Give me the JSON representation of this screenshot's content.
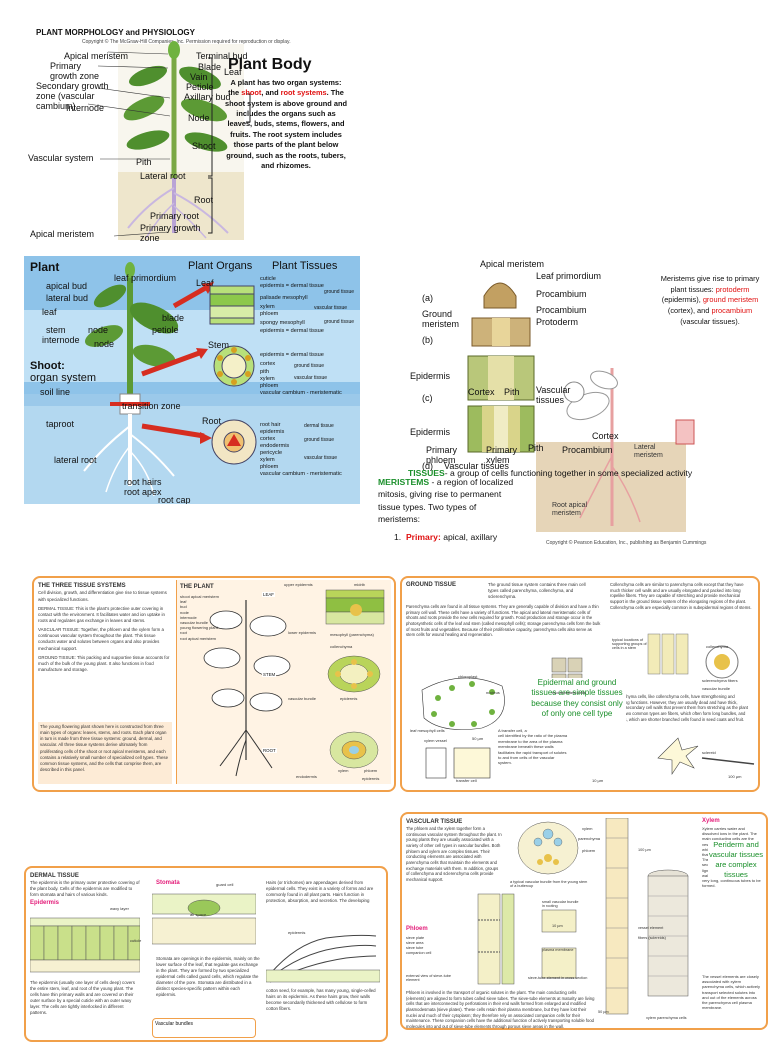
{
  "slide1": {
    "heading": "PLANT MORPHOLOGY and PHYSIOLOGY",
    "copyright": "Copyright © The McGraw-Hill Companies, Inc. Permission required for reproduction or display.",
    "title": "Plant Body",
    "text_parts": [
      "A plant has two organ systems: the ",
      "shoot",
      ", and ",
      "root systems",
      ". The shoot system is above ground and includes the organs such as leaves, buds, stems, flowers, and fruits. The root system includes those parts of the plant below ground, such as the roots, tubers, and rhizomes."
    ],
    "labels": {
      "apical_meristem": "Apical meristem",
      "primary_growth_zone": "Primary growth zone",
      "secondary_growth_zone": "Secondary growth zone (vascular cambium)",
      "internode": "Internode",
      "terminal_bud": "Terminal bud",
      "blade": "Blade",
      "vain": "Vain",
      "petiole": "Petiole",
      "axillary_bud": "Axillary bud",
      "leaf": "Leaf",
      "node": "Node",
      "shoot": "Shoot",
      "vascular_system": "Vascular system",
      "pith": "Pith",
      "lateral_root": "Lateral root",
      "root": "Root",
      "primary_root": "Primary root",
      "apical_meristem_bottom": "Apical meristem",
      "primary_growth_zone_bottom": "Primary growth zone"
    }
  },
  "slide2": {
    "plant": "Plant",
    "plant_organs": "Plant Organs",
    "plant_tissues": "Plant Tissues",
    "labels_left": {
      "leaf_primordium": "leaf primordium",
      "apical_bud": "apical bud",
      "lateral_bud": "lateral bud",
      "leaf": "leaf",
      "blade": "blade",
      "stem": "stem",
      "node1": "node",
      "internode": "internode",
      "node2": "node",
      "petiole": "petiole",
      "shoot": "Shoot:",
      "organ_system": "organ system",
      "soil_line": "soil line",
      "transition_zone": "transition zone",
      "taproot": "taproot",
      "lateral_root": "lateral root",
      "root_hairs": "root hairs",
      "root_apex": "root apex",
      "root_cap": "root cap"
    },
    "organs": {
      "leaf": "Leaf",
      "stem": "Stem",
      "root": "Root"
    },
    "leaf_tissues": [
      "cuticle",
      "epidermis = dermal tissue",
      "palisade mesophyll",
      "xylem",
      "phloem",
      "spongy mesophyll",
      "epidermis = dermal tissue"
    ],
    "leaf_groups": [
      "ground tissue",
      "vascular tissue",
      "ground tissue"
    ],
    "stem_tissues": [
      "epidermis = dermal tissue",
      "cortex",
      "pith",
      "xylem",
      "phloem",
      "vascular cambium - meristematic"
    ],
    "stem_groups": [
      "ground tissue",
      "vascular tissue"
    ],
    "root_tissues": [
      "root hair",
      "epidermis",
      "cortex",
      "endodermis",
      "pericycle",
      "xylem",
      "phloem",
      "vascular cambium - meristematic"
    ],
    "root_groups": [
      "dermal tissue",
      "ground tissue",
      "vascular tissue"
    ]
  },
  "slide3": {
    "apical_meristem": "Apical meristem",
    "leaf_primordium": "Leaf primordium",
    "procambium": "Procambium",
    "ground_meristem": "Ground meristem",
    "procambium2": "Procambium",
    "protoderm": "Protoderm",
    "a": "(a)",
    "b": "(b)",
    "c": "(c)",
    "d": "(d)",
    "epidermis": "Epidermis",
    "cortex": "Cortex",
    "pith": "Pith",
    "vascular_tissues": "Vascular tissues",
    "epidermis2": "Epidermis",
    "primary_phloem": "Primary phloem",
    "primary_xylem": "Primary xylem",
    "pith2": "Pith",
    "procambium3": "Procambium",
    "cortex2": "Cortex",
    "vascular_tissues2": "Vascular tissues",
    "lateral_meristem": "Lateral meristem",
    "root_apical_meristem": "Root apical meristem",
    "copyright": "Copyright © Pearson Education, Inc., publishing as Benjamin Cummings",
    "meristems_parts": [
      "Meristems give rise to primary plant tissues: ",
      "protoderm",
      " (epidermis), ",
      "ground meristem",
      " (cortex), and ",
      "procambium",
      " (vascular tissues)."
    ],
    "tissues_word": "TISSUES",
    "tissues_def": "- a group of cells functioning together in some specialized activity",
    "meristems_word": "MERISTEMS",
    "meristems_def": " - a region of localized mitosis, giving rise to permanent tissue types. Two types of meristems:",
    "list_num": "1.",
    "primary_word": "Primary:",
    "primary_rest": " apical, axillary"
  },
  "panel1": {
    "title": "THE THREE TISSUE SYSTEMS",
    "intro": "Cell division, growth, and differentiation give rise to tissue systems with specialized functions.",
    "dermal": "DERMAL TISSUE: This is the plant's protective outer covering in contact with the environment. It facilitates water and ion uptake in roots and regulates gas exchange in leaves and stems.",
    "vascular": "VASCULAR TISSUE: Together, the phloem and the xylem form a continuous vascular system throughout the plant. This tissue conducts water and solutes between organs and also provides mechanical support.",
    "ground": "GROUND TISSUE: This packing and supportive tissue accounts for much of the bulk of the young plant. It also functions in food manufacture and storage.",
    "young": "The young flowering plant shown here is constructed from three main types of organs: leaves, stems, and roots. Each plant organ in turn is made from three tissue systems: ground, dermal, and vascular. All three tissue systems derive ultimately from proliferating cells of the shoot or root apical meristems, and each contains a relatively small number of specialized cell types. These common tissue systems, and the cells that comprise them, are described in this panel.",
    "the_plant": "THE PLANT",
    "labels": [
      "shoot apical meristem",
      "upper epidermis",
      "midrib",
      "leaf",
      "bud",
      "node",
      "internode",
      "vascular bundle",
      "stem",
      "young flowering plant",
      "root",
      "root apical meristem",
      "LEAF",
      "STEM",
      "ROOT",
      "vascular bundle",
      "epidermis",
      "lower epidermis",
      "mesophyll (parenchyma)",
      "collenchyma",
      "endodermis",
      "xylem",
      "phloem",
      "epidermis"
    ]
  },
  "panel2": {
    "title": "GROUND TISSUE",
    "intro": "The ground tissue system contains three main cell types called parenchyma, collenchyma, and sclerenchyma.",
    "parenchyma": "Parenchyma cells are found in all tissue systems. They are generally capable of division and have a thin primary cell wall. These cells have a variety of functions. The apical and lateral meristematic cells of shoots and roots provide the new cells required for growth. Food production and storage occur in the photosynthetic cells of the leaf and stem (called mesophyll cells); storage parenchyma cells form the bulk of most fruits and vegetables. Because of their proliferative capacity, parenchyma cells also serve as stem cells for wound healing and regeneration.",
    "collenchyma": "Collenchyma cells are similar to parenchyma cells except that they have much thicker cell walls and are usually elongated and packed into long ropelike fibers. They are capable of stretching and provide mechanical support in the ground tissue system of the elongating regions of the plant. Collenchyma cells are especially common in subepidermal regions of stems.",
    "sclerenchyma": "Sclerenchyma cells, like collenchyma cells, have strengthening and supporting functions. However, they are usually dead and have thick, lignified secondary cell walls that prevent them from stretching as the plant grows. Two common types are fibers, which often form long bundles, and sclereids, which are shorter branched cells found in seed coats and fruit.",
    "transfer": "A transfer cell, a type of parenchyma cell identified by the ratio of the plasma membrane to the area of the plasma membrane beneath these walls facilitates the rapid transport of solutes to and from cells of the vascular system.",
    "callout": "Epidermal and ground tissues are simple tissues because they consist only of only one cell type",
    "labels": [
      "chloroplast",
      "nucleus",
      "leaf mesophyll cells",
      "root meristem cells",
      "xylem vessel",
      "transfer cell",
      "typical locations of supporting groups of cells in a stem",
      "sclerenchyma fibers",
      "vascular bundle",
      "collenchyma",
      "sclereid",
      "100 µm",
      "50 µm",
      "10 µm"
    ]
  },
  "panel3": {
    "title": "DERMAL TISSUE",
    "intro": "The epidermis is the primary outer protective covering of the plant body. Cells of the epidermis are modified to form stomata and hairs of various kinds.",
    "epidermis": "Epidermis",
    "epidermis_text": "The epidermis (usually one layer of cells deep) covers the entire stem, leaf, and root of the young plant. The cells have thin primary walls and are covered on their outer surface by a special cuticle with an outer waxy layer. The cells are tightly interlocked in different patterns.",
    "stomata": "Stomata",
    "stomata_text": "Stomata are openings in the epidermis, mainly on the lower surface of the leaf, that regulate gas exchange in the plant. They are formed by two specialized epidermal cells called guard cells, which regulate the diameter of the pore. Stomata are distributed in a distinct species-specific pattern within each epidermis.",
    "hairs_text": "Hairs (or trichomes) are appendages derived from epidermal cells. They exist in a variety of forms and are commonly found in all plant parts. Hairs function in protection, absorption, and secretion. The developing",
    "cotton_text": "cotton seed, for example, has many young, single-celled hairs on its epidermis. As these hairs grow, their walls become secondarily thickened with cellulose to form cotton fibers.",
    "labels": [
      "waxy layer",
      "cuticle",
      "guard cell",
      "air space",
      "epidermis"
    ],
    "vascular_bundles": "Vascular bundles"
  },
  "panel4": {
    "title": "VASCULAR TISSUE",
    "intro": "The phloem and the xylem together form a continuous vascular system throughout the plant. In young plants they are usually associated with a variety of other cell types in vascular bundles. Both phloem and xylem are complex tissues. Their conducting elements are associated with parenchyma cells that maintain the elements and exchange materials with them. In addition, groups of collenchyma and sclerenchyma cells provide mechanical support.",
    "xylem": "Xylem",
    "xylem_text": "Xylem carries water and dissolved ions in the plant. The main conducting cells are the vessel elements shown here, which are dead cells at maturity that lack a plasma membrane. The cell wall has been secondarily thickened and heavily lignified. As shown below, its end wall is largely removed, enabling very long, continuous tubes to be formed.",
    "xylem_text2": "The vessel elements are closely associated with xylem parenchyma cells, which actively transport selected solutes into and out of the elements across the parenchyma cell plasma membrane.",
    "phloem": "Phloem",
    "phloem_text": "Phloem is involved in the transport of organic solutes in the plant. The main conducting cells (elements) are aligned to form tubes called sieve tubes. The sieve-tube elements at maturity are living cells that are interconnected by perforations in their end walls formed from enlarged and modified plasmodesmata (sieve plates). These cells retain their plasma membrane, but they have lost their nuclei and much of their cytoplasm; they therefore rely on associated companion cells for their maintenance. These companion cells have the additional function of actively transporting soluble food molecules into and out of sieve-tube elements through porous sieve areas in the wall.",
    "callout": "Periderm and vascular tissues are complex tissues",
    "labels": [
      "xylem",
      "parenchyma",
      "phloem",
      "a typical vascular bundle from the young stem of a buttercup",
      "sieve plate",
      "sieve area",
      "sieve tube",
      "companion cell",
      "small vascular bundle in rooting",
      "external view of sieve-tube element",
      "sieve-tube element in cross section",
      "plasma membrane",
      "xylem parenchyma cells",
      "vessel element",
      "fibers (sclereids)",
      "100 µm",
      "10 µm",
      "50 µm"
    ]
  }
}
